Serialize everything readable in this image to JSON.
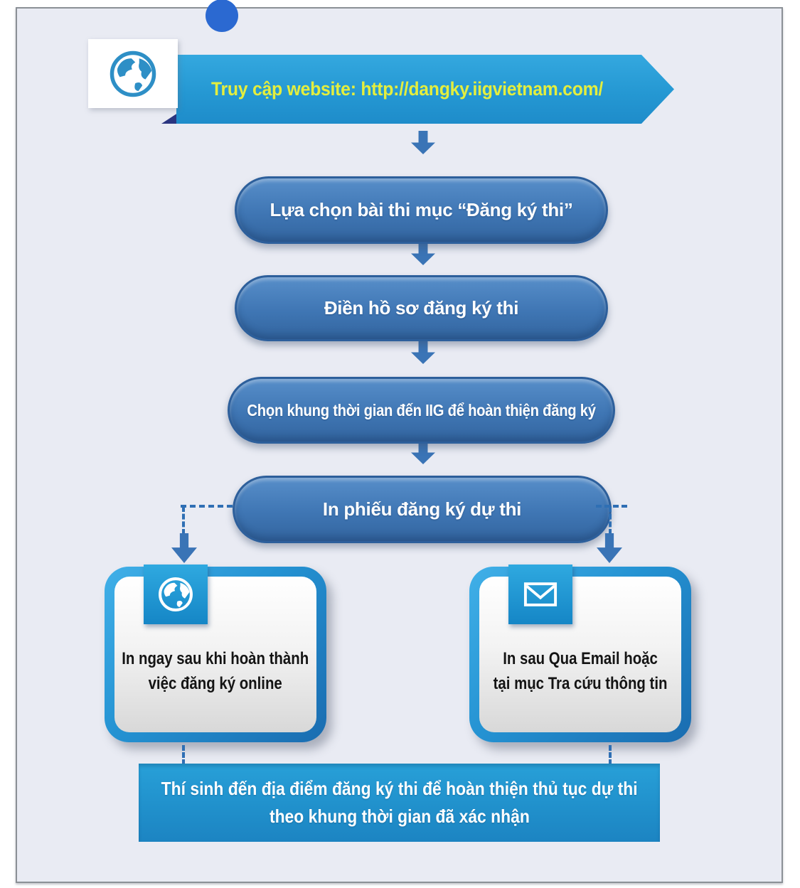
{
  "colors": {
    "card_bg": "#e9ebf3",
    "card_border": "#8b9096",
    "decoration_dot": "#2b69d1",
    "ribbon_blue": "#2598d3",
    "ribbon_text_yellow": "#e4ee3e",
    "ribbon_fold_navy": "#2a3580",
    "pill_blue": "#3f76b4",
    "pill_border": "#2d5f9b",
    "arrow_blue": "#3a74b6",
    "box_border_blue": "#2492d2",
    "tab_blue": "#1d96d4",
    "banner_blue": "#2192cd",
    "dashed_line": "#2f6fb4",
    "globe_icon_blue": "#2e8fc6",
    "box_text": "#141414"
  },
  "top_banner": {
    "icon": "globe-icon",
    "text": "Truy cập website: http://dangky.iigvietnam.com/"
  },
  "steps": [
    {
      "label": "Lựa chọn bài thi mục “Đăng ký thi”"
    },
    {
      "label": "Điền hồ sơ đăng ký thi"
    },
    {
      "label": "Chọn khung thời gian đến IIG để hoàn thiện đăng ký"
    },
    {
      "label": "In phiếu đăng ký dự thi"
    }
  ],
  "branches": {
    "left": {
      "icon": "globe-icon",
      "line1": "In ngay sau khi hoàn thành",
      "line2": "việc đăng ký online"
    },
    "right": {
      "icon": "email-icon",
      "line1": "In sau Qua Email hoặc",
      "line2": "tại mục Tra cứu thông tin"
    }
  },
  "bottom_banner": {
    "line1": "Thí sinh đến địa điểm đăng ký thi để hoàn thiện thủ tục dự thi",
    "line2": "theo khung thời gian đã xác nhận"
  }
}
